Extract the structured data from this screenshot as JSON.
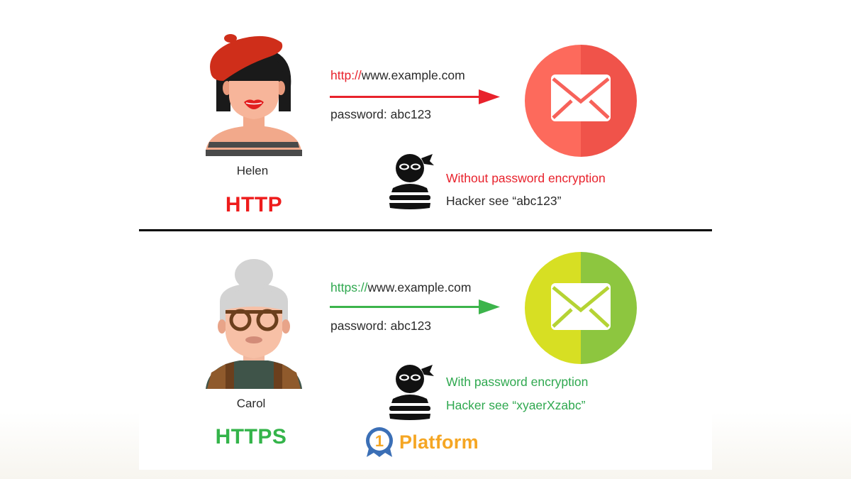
{
  "colors": {
    "http_red": "#e8222c",
    "https_green": "#2fa84f",
    "mail_red_left": "#fd6a5c",
    "mail_red_right": "#f0534a",
    "mail_green_left": "#d7df23",
    "mail_green_right": "#8dc63f",
    "logo_orange": "#f5a623",
    "logo_blue": "#3b6fb6"
  },
  "http_section": {
    "person_name": "Helen",
    "protocol_label": "HTTP",
    "url_scheme": "http://",
    "url_host": "www.example.com",
    "password_text": "password: abc123",
    "hacker_status": "Without password encryption",
    "hacker_sees": "Hacker see “abc123”",
    "icons": [
      "person-helen-avatar",
      "arrow-right-icon",
      "mail-icon",
      "hacker-icon"
    ]
  },
  "https_section": {
    "person_name": "Carol",
    "protocol_label": "HTTPS",
    "url_scheme": "https://",
    "url_host": "www.example.com",
    "password_text": "password: abc123",
    "hacker_status": "With password encryption",
    "hacker_sees": "Hacker see “xyaerXzabc”",
    "icons": [
      "person-carol-avatar",
      "arrow-right-icon",
      "mail-icon",
      "hacker-icon"
    ]
  },
  "logo": {
    "badge_digit": "1",
    "text": "Platform"
  }
}
